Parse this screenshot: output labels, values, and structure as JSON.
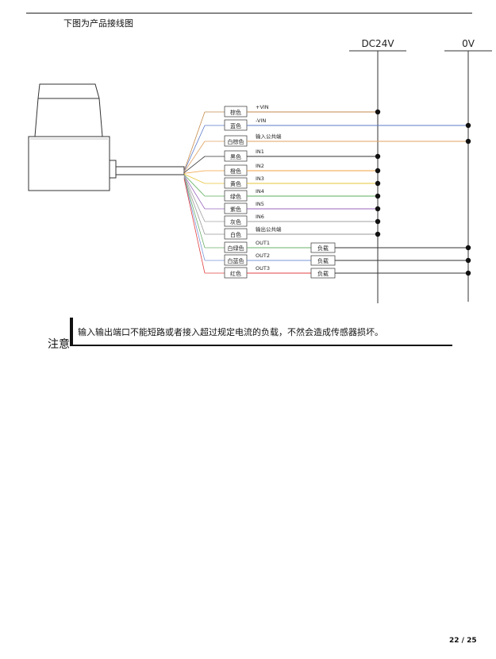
{
  "header": {
    "intro": "下图为产品接线图"
  },
  "diagram": {
    "supply_plus_label": "DC24V",
    "supply_minus_label": "0V",
    "wires": [
      {
        "color_name": "棕色",
        "signal": "+VIN",
        "stroke": "#c58a4a"
      },
      {
        "color_name": "蓝色",
        "signal": "-VIN",
        "stroke": "#5a78c8"
      },
      {
        "color_name": "白棕色",
        "signal": "输入公共端",
        "stroke": "#e0a060"
      },
      {
        "color_name": "黑色",
        "signal": "IN1",
        "stroke": "#333333"
      },
      {
        "color_name": "橙色",
        "signal": "IN2",
        "stroke": "#f0a040"
      },
      {
        "color_name": "黄色",
        "signal": "IN3",
        "stroke": "#e6c43a"
      },
      {
        "color_name": "绿色",
        "signal": "IN4",
        "stroke": "#5cae5c"
      },
      {
        "color_name": "紫色",
        "signal": "IN5",
        "stroke": "#9966bb"
      },
      {
        "color_name": "灰色",
        "signal": "IN6",
        "stroke": "#a0a0a0"
      },
      {
        "color_name": "白色",
        "signal": "输出公共端",
        "stroke": "#999999"
      },
      {
        "color_name": "白绿色",
        "signal": "OUT1",
        "stroke": "#6ab06a"
      },
      {
        "color_name": "白蓝色",
        "signal": "OUT2",
        "stroke": "#7a96d8"
      },
      {
        "color_name": "红色",
        "signal": "OUT3",
        "stroke": "#e04040"
      }
    ],
    "load_label": "负载"
  },
  "note": {
    "label": "注意",
    "text": "输入输出端口不能短路或者接入超过规定电流的负载，不然会造成传感器损坏。"
  },
  "footer": {
    "page": "22 / 25"
  }
}
